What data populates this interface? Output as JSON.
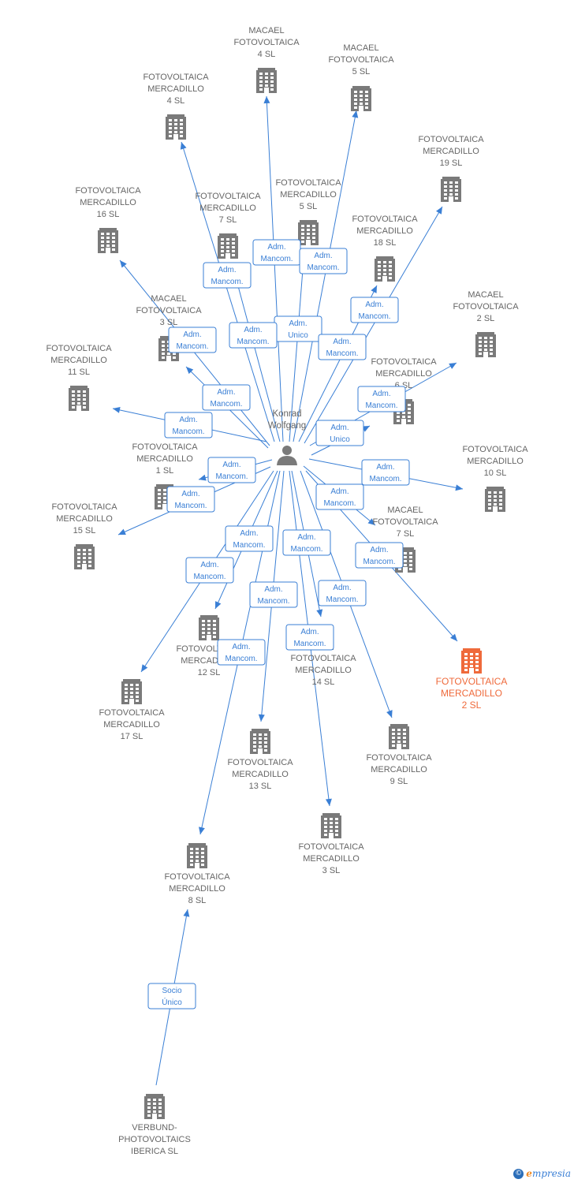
{
  "person": {
    "lines": [
      "Konrad",
      "Wolfgang"
    ],
    "icon": "person-icon"
  },
  "colors": {
    "building": "#7a7a7a",
    "highlight": "#ef6a3b",
    "edge": "#3a7fd5",
    "label": "#666666"
  },
  "companies": [
    {
      "id": "macael-4",
      "lines": [
        "MACAEL",
        "FOTOVOLTAICA",
        "4 SL"
      ]
    },
    {
      "id": "macael-5",
      "lines": [
        "MACAEL",
        "FOTOVOLTAICA",
        "5 SL"
      ]
    },
    {
      "id": "merc-4",
      "lines": [
        "FOTOVOLTAICA",
        "MERCADILLO",
        "4 SL"
      ]
    },
    {
      "id": "merc-19",
      "lines": [
        "FOTOVOLTAICA",
        "MERCADILLO",
        "19 SL"
      ]
    },
    {
      "id": "merc-16",
      "lines": [
        "FOTOVOLTAICA",
        "MERCADILLO",
        "16 SL"
      ]
    },
    {
      "id": "merc-7",
      "lines": [
        "FOTOVOLTAICA",
        "MERCADILLO",
        "7 SL"
      ]
    },
    {
      "id": "merc-5",
      "lines": [
        "FOTOVOLTAICA",
        "MERCADILLO",
        "5 SL"
      ]
    },
    {
      "id": "merc-18",
      "lines": [
        "FOTOVOLTAICA",
        "MERCADILLO",
        "18 SL"
      ]
    },
    {
      "id": "macael-3",
      "lines": [
        "MACAEL",
        "FOTOVOLTAICA",
        "3 SL"
      ]
    },
    {
      "id": "macael-2",
      "lines": [
        "MACAEL",
        "FOTOVOLTAICA",
        "2 SL"
      ]
    },
    {
      "id": "merc-11",
      "lines": [
        "FOTOVOLTAICA",
        "MERCADILLO",
        "11 SL"
      ]
    },
    {
      "id": "merc-6",
      "lines": [
        "FOTOVOLTAICA",
        "MERCADILLO",
        "6 SL"
      ]
    },
    {
      "id": "merc-1",
      "lines": [
        "FOTOVOLTAICA",
        "MERCADILLO",
        "1 SL"
      ]
    },
    {
      "id": "merc-10",
      "lines": [
        "FOTOVOLTAICA",
        "MERCADILLO",
        "10 SL"
      ]
    },
    {
      "id": "merc-15",
      "lines": [
        "FOTOVOLTAICA",
        "MERCADILLO",
        "15 SL"
      ]
    },
    {
      "id": "macael-7",
      "lines": [
        "MACAEL",
        "FOTOVOLTAICA",
        "7 SL"
      ]
    },
    {
      "id": "merc-12",
      "lines": [
        "FOTOVOLTAICA",
        "MERCADILLO",
        "12 SL"
      ]
    },
    {
      "id": "merc-14",
      "lines": [
        "FOTOVOLTAICA",
        "MERCADILLO",
        "14 SL"
      ]
    },
    {
      "id": "merc-2",
      "lines": [
        "FOTOVOLTAICA",
        "MERCADILLO",
        "2 SL"
      ],
      "highlight": true
    },
    {
      "id": "merc-17",
      "lines": [
        "FOTOVOLTAICA",
        "MERCADILLO",
        "17 SL"
      ]
    },
    {
      "id": "merc-13",
      "lines": [
        "FOTOVOLTAICA",
        "MERCADILLO",
        "13 SL"
      ]
    },
    {
      "id": "merc-9",
      "lines": [
        "FOTOVOLTAICA",
        "MERCADILLO",
        "9 SL"
      ]
    },
    {
      "id": "merc-3",
      "lines": [
        "FOTOVOLTAICA",
        "MERCADILLO",
        "3 SL"
      ]
    },
    {
      "id": "merc-8",
      "lines": [
        "FOTOVOLTAICA",
        "MERCADILLO",
        "8 SL"
      ]
    },
    {
      "id": "verbund",
      "lines": [
        "VERBUND-",
        "PHOTOVOLTAICS",
        "IBERICA SL"
      ]
    }
  ],
  "relations": [
    {
      "from": "person",
      "to": "macael-4",
      "lines": [
        "Adm.",
        "Mancom."
      ]
    },
    {
      "from": "person",
      "to": "macael-5",
      "lines": [
        "Adm.",
        "Mancom."
      ]
    },
    {
      "from": "person",
      "to": "merc-4",
      "lines": [
        "Adm.",
        "Mancom."
      ]
    },
    {
      "from": "person",
      "to": "merc-19",
      "lines": [
        "Adm.",
        "Mancom."
      ]
    },
    {
      "from": "person",
      "to": "merc-16",
      "lines": [
        "Adm.",
        "Mancom."
      ]
    },
    {
      "from": "person",
      "to": "merc-7",
      "lines": [
        "Adm.",
        "Mancom."
      ]
    },
    {
      "from": "person",
      "to": "merc-5",
      "lines": [
        "Adm.",
        "Unico"
      ]
    },
    {
      "from": "person",
      "to": "merc-18",
      "lines": [
        "Adm.",
        "Mancom."
      ]
    },
    {
      "from": "person",
      "to": "macael-3",
      "lines": [
        "Adm.",
        "Mancom."
      ]
    },
    {
      "from": "person",
      "to": "macael-2",
      "lines": [
        "Adm.",
        "Mancom."
      ]
    },
    {
      "from": "person",
      "to": "merc-11",
      "lines": [
        "Adm.",
        "Mancom."
      ]
    },
    {
      "from": "person",
      "to": "merc-6",
      "lines": [
        "Adm.",
        "Unico"
      ]
    },
    {
      "from": "person",
      "to": "merc-1",
      "lines": [
        "Adm.",
        "Mancom."
      ]
    },
    {
      "from": "person",
      "to": "merc-10",
      "lines": [
        "Adm.",
        "Mancom."
      ]
    },
    {
      "from": "person",
      "to": "merc-15",
      "lines": [
        "Adm.",
        "Mancom."
      ]
    },
    {
      "from": "person",
      "to": "macael-7",
      "lines": [
        "Adm.",
        "Mancom."
      ]
    },
    {
      "from": "person",
      "to": "merc-12",
      "lines": [
        "Adm.",
        "Mancom."
      ]
    },
    {
      "from": "person",
      "to": "merc-14",
      "lines": [
        "Adm.",
        "Mancom."
      ]
    },
    {
      "from": "person",
      "to": "merc-2",
      "lines": [
        "Adm.",
        "Mancom."
      ]
    },
    {
      "from": "person",
      "to": "merc-17",
      "lines": [
        "Adm.",
        "Mancom."
      ]
    },
    {
      "from": "person",
      "to": "merc-13",
      "lines": [
        "Adm.",
        "Mancom."
      ]
    },
    {
      "from": "person",
      "to": "merc-9",
      "lines": [
        "Adm.",
        "Mancom."
      ]
    },
    {
      "from": "person",
      "to": "merc-3",
      "lines": [
        "Adm.",
        "Mancom."
      ]
    },
    {
      "from": "person",
      "to": "merc-8",
      "lines": [
        "Adm.",
        "Mancom."
      ]
    },
    {
      "from": "verbund",
      "to": "merc-8",
      "lines": [
        "Socio",
        "Único"
      ]
    }
  ],
  "footer": {
    "copyright_symbol": "©",
    "brand_initial": "e",
    "brand_rest": "mpresia"
  }
}
